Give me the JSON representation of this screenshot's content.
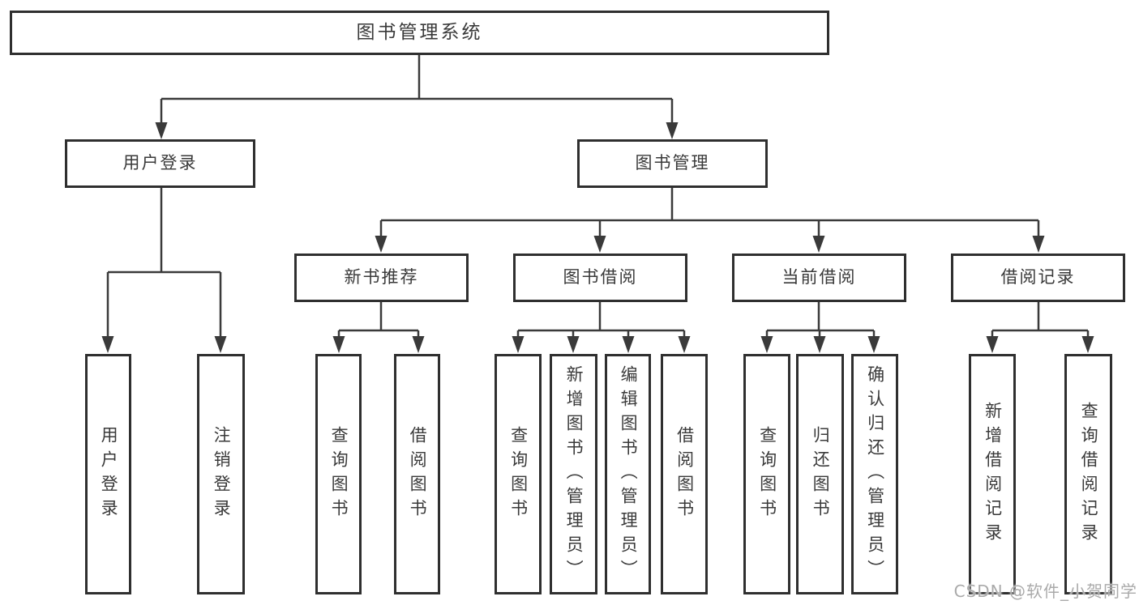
{
  "tree": {
    "root": {
      "label": "图书管理系统",
      "children": [
        {
          "label": "用户登录",
          "children": [
            {
              "label": "用户登录"
            },
            {
              "label": "注销登录"
            }
          ]
        },
        {
          "label": "图书管理",
          "children": [
            {
              "label": "新书推荐",
              "children": [
                {
                  "label": "查询图书"
                },
                {
                  "label": "借阅图书"
                }
              ]
            },
            {
              "label": "图书借阅",
              "children": [
                {
                  "label": "查询图书"
                },
                {
                  "label": "新增图书（管理员）"
                },
                {
                  "label": "编辑图书（管理员）"
                },
                {
                  "label": "借阅图书"
                }
              ]
            },
            {
              "label": "当前借阅",
              "children": [
                {
                  "label": "查询图书"
                },
                {
                  "label": "归还图书"
                },
                {
                  "label": "确认归还（管理员）"
                }
              ]
            },
            {
              "label": "借阅记录",
              "children": [
                {
                  "label": "新增借阅记录"
                },
                {
                  "label": "查询借阅记录"
                }
              ]
            }
          ]
        }
      ]
    }
  },
  "watermark": {
    "text": "CSDN @软件_小贺同学"
  },
  "colors": {
    "line": "#3a3a3a",
    "box_border": "#2f2f2f",
    "box_background": "#ffffff",
    "text": "#3a3a3a",
    "watermark_text": "#aaaaaa",
    "page_background": "#ffffff"
  }
}
